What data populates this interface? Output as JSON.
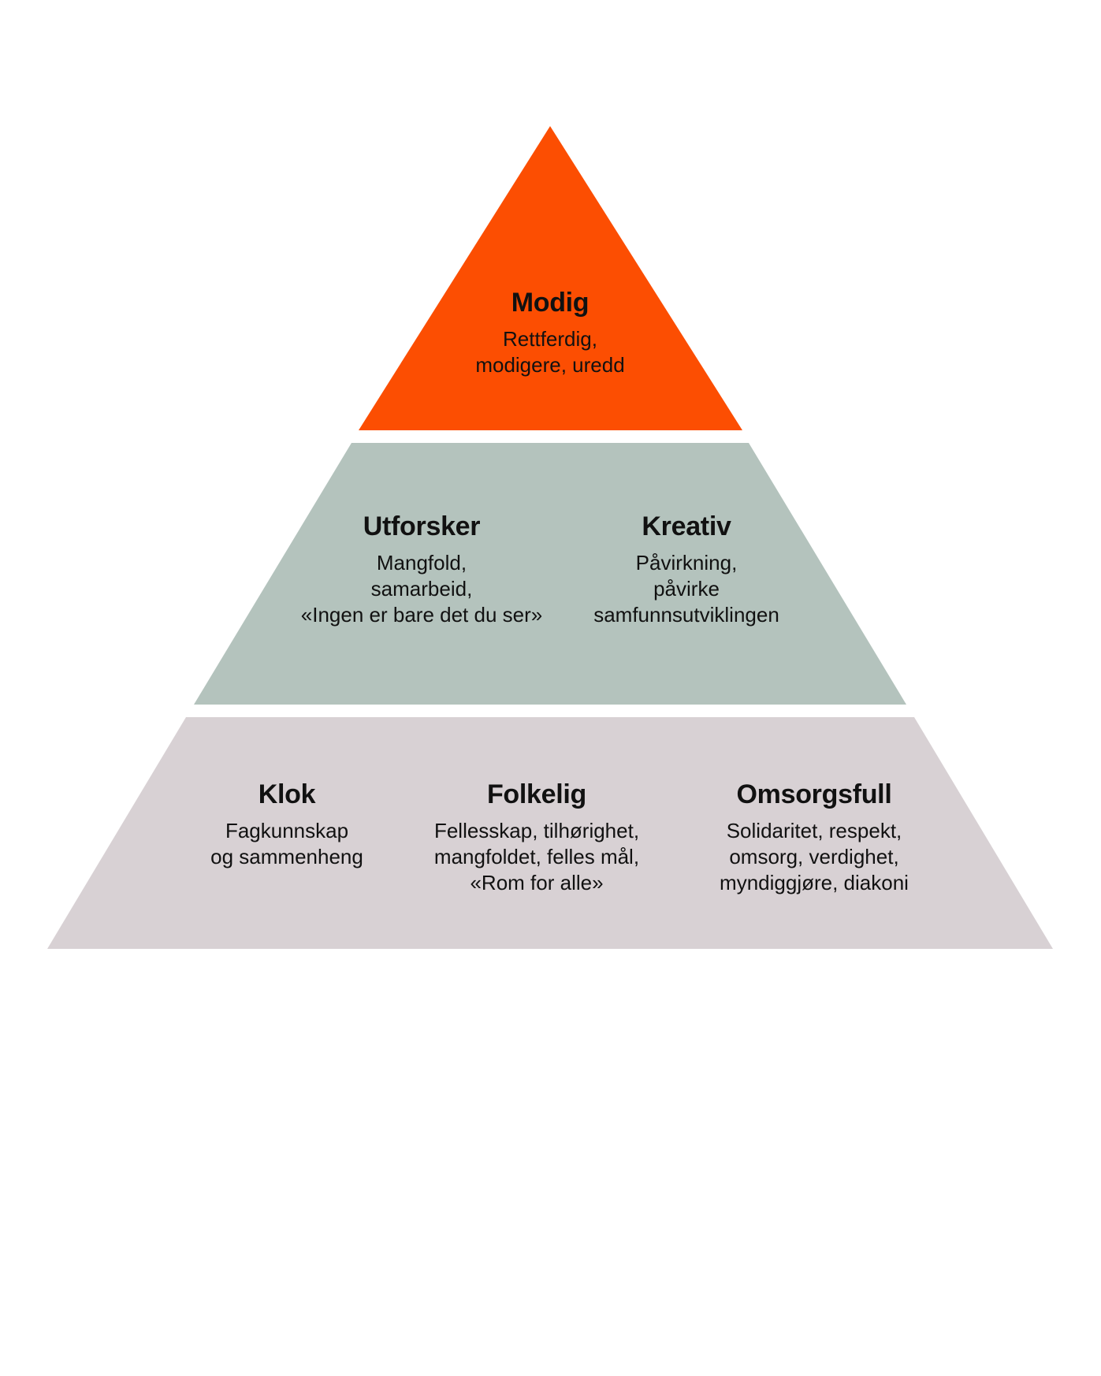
{
  "colors": {
    "top_tier": "#fc4e02",
    "middle_tier": "#b4c3bd",
    "bottom_tier": "#d8d1d4",
    "text": "#111111",
    "background": "#ffffff"
  },
  "pyramid": {
    "top": {
      "items": [
        {
          "title": "Modig",
          "desc": [
            "Rettferdig,",
            "modigere, uredd"
          ]
        }
      ]
    },
    "middle": {
      "items": [
        {
          "title": "Utforsker",
          "desc": [
            "Mangfold,",
            "samarbeid,",
            "«Ingen er bare det du ser»"
          ]
        },
        {
          "title": "Kreativ",
          "desc": [
            "Påvirkning,",
            "påvirke",
            "samfunnsutviklingen"
          ]
        }
      ]
    },
    "bottom": {
      "items": [
        {
          "title": "Klok",
          "desc": [
            "Fagkunnskap",
            "og sammenheng"
          ]
        },
        {
          "title": "Folkelig",
          "desc": [
            "Fellesskap, tilhørighet,",
            "mangfoldet, felles mål,",
            "«Rom for alle»"
          ]
        },
        {
          "title": "Omsorgsfull",
          "desc": [
            "Solidaritet, respekt,",
            "omsorg, verdighet,",
            "myndiggjøre, diakoni"
          ]
        }
      ]
    }
  }
}
